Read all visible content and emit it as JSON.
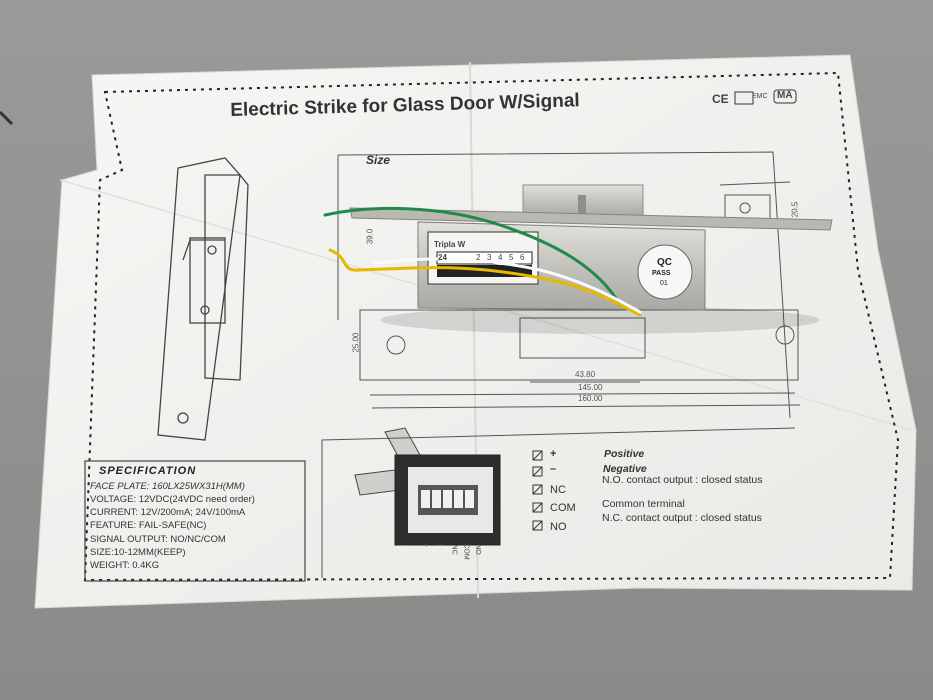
{
  "manual": {
    "title": "Electric Strike for Glass Door W/Signal",
    "cert_marks": [
      "CE",
      "EMC",
      "MA"
    ],
    "size_label": "Size",
    "dimensions": [
      "43.80",
      "145.00",
      "160.00",
      "25.00",
      "39.0",
      "20.5"
    ],
    "specification": {
      "heading": "SPECIFICATION",
      "lines": [
        "FACE PLATE: 160LX25WX31H(MM)",
        "VOLTAGE: 12VDC(24VDC need order)",
        "CURRENT: 12V/200mA; 24V/100mA",
        "FEATURE:  FAIL-SAFE(NC)",
        "SIGNAL OUTPUT:  NO/NC/COM",
        "SIZE:10-12MM(KEEP)",
        "WEIGHT: 0.4KG"
      ]
    },
    "terminals": [
      {
        "symbol": "+",
        "label": "Positive"
      },
      {
        "symbol": "–",
        "label": "Negative"
      },
      {
        "symbol": "NC",
        "label": "N.O. contact output : closed status"
      },
      {
        "symbol": "COM",
        "label": "Common terminal"
      },
      {
        "symbol": "NO",
        "label": "N.C. contact output : closed status"
      }
    ],
    "terminal_block_labels": [
      "+",
      "–",
      "NC",
      "COM",
      "NO"
    ]
  },
  "device": {
    "sticker_text": "Tripla W",
    "terminal_numbers": [
      "2",
      "3",
      "4",
      "5",
      "6"
    ],
    "voltage_mark": "24",
    "qc_badge": {
      "line1": "QC",
      "line2": "PASS",
      "line3": "01"
    }
  },
  "colors": {
    "background": "#8f8f8d",
    "paper": "#f3f3f1",
    "metal": "#c9c8c3",
    "wire_green": "#1f8a4a",
    "wire_yellow": "#e6b800",
    "wire_white": "#f5f5f5"
  }
}
